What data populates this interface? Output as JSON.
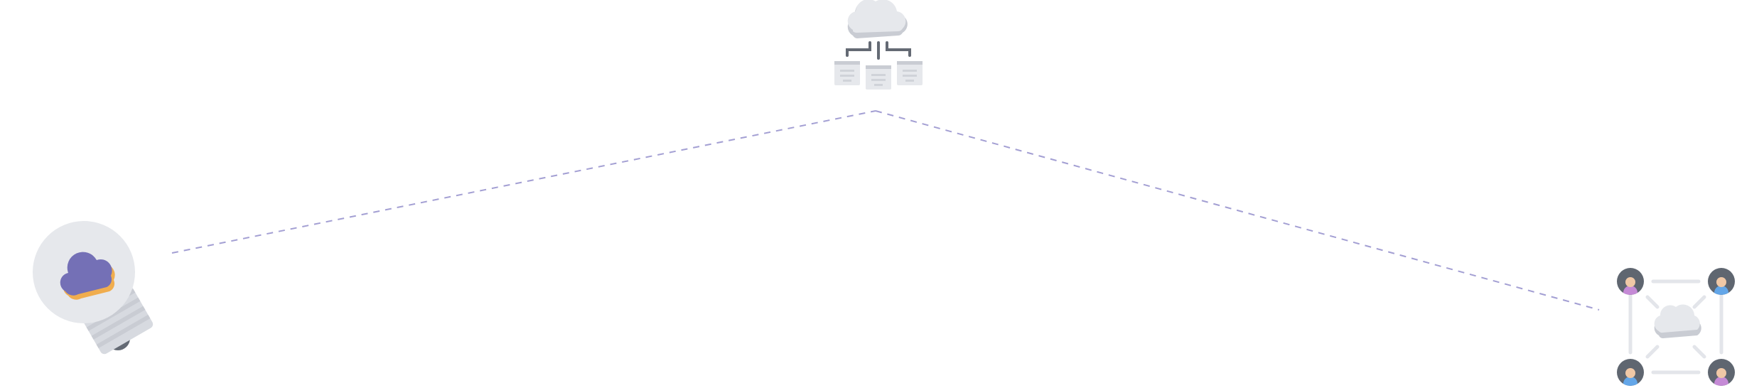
{
  "diagram": {
    "nodes": [
      {
        "id": "idea",
        "icon": "lightbulb-cloud-icon"
      },
      {
        "id": "cloud-servers",
        "icon": "cloud-network-servers-icon"
      },
      {
        "id": "cloud-users",
        "icon": "cloud-connected-users-icon"
      }
    ],
    "edges": [
      {
        "from": "idea",
        "to": "cloud-servers",
        "style": "dashed"
      },
      {
        "from": "cloud-servers",
        "to": "cloud-users",
        "style": "dashed"
      }
    ]
  },
  "colors": {
    "connector": "#a39fd3",
    "cloud_accent": "#7470b6",
    "cloud_shadow": "#f0ad4e",
    "light_gray": "#e6e8ec",
    "mid_gray": "#c9ccd3",
    "dark_gray": "#646a74",
    "avatar_dark": "#5f6670",
    "skin": "#f0c8a6",
    "shirt_purple": "#c58ad6",
    "shirt_blue": "#63a6e8"
  }
}
